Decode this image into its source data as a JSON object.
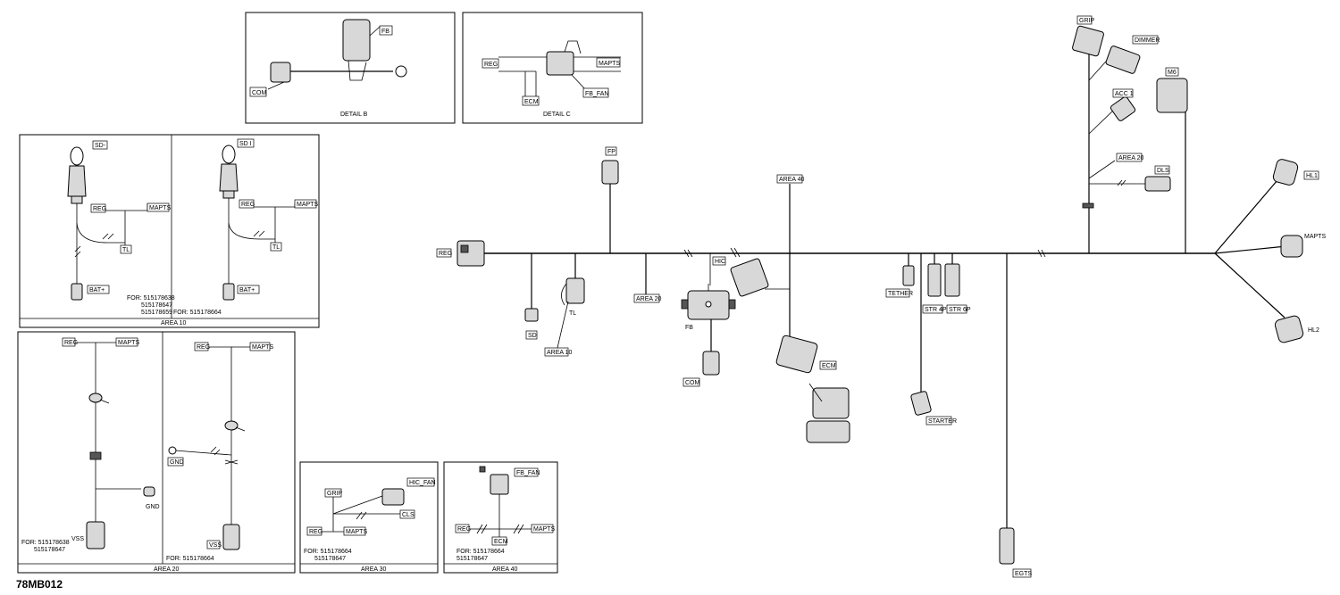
{
  "drawing_code": "78MB012",
  "panels": {
    "detail_b": {
      "caption": "DETAIL B",
      "labels": [
        "FB",
        "COM"
      ]
    },
    "detail_c": {
      "caption": "DETAIL C",
      "labels": [
        "REG",
        "MAPTS",
        "FB_FAN",
        "ECM"
      ]
    },
    "area10": {
      "caption": "AREA 10",
      "left": {
        "labels": [
          "SD-",
          "REG",
          "MAPTS",
          "TL",
          "BAT+"
        ],
        "note": [
          "FOR: 515178638",
          "515178647",
          "515178659"
        ]
      },
      "right": {
        "labels": [
          "SD I",
          "REG",
          "MAPTS",
          "TL",
          "BAT+"
        ],
        "note": [
          "FOR: 515178664"
        ]
      }
    },
    "area20": {
      "caption": "AREA 20",
      "left": {
        "labels": [
          "REG",
          "MAPTS",
          "GND",
          "VSS"
        ],
        "note": [
          "FOR: 515178638",
          "515178647"
        ]
      },
      "right": {
        "labels": [
          "REG",
          "MAPTS",
          "GND",
          "VSS"
        ],
        "note": [
          "FOR: 515178664"
        ]
      }
    },
    "area30": {
      "caption": "AREA 30",
      "labels": [
        "HIC_FAN",
        "GRIP",
        "CLS",
        "REG",
        "MAPTS"
      ],
      "note": [
        "FOR: 515178664",
        "515178647"
      ]
    },
    "area40": {
      "caption": "AREA 40",
      "labels": [
        "FB_FAN",
        "REG",
        "MAPTS",
        "ECM"
      ],
      "note": [
        "FOR: 515178664",
        "515178647"
      ]
    }
  },
  "main": {
    "labels": [
      "REG",
      "FP",
      "AREA 40",
      "HIC",
      "SD",
      "TL",
      "AREA 10",
      "AREA 20",
      "FB",
      "COM",
      "ECM",
      "TETHER",
      "STR 4P",
      "STR 6P",
      "STARTER",
      "EGTS",
      "GRIP",
      "DIMMER",
      "M6",
      "ACC 1",
      "AREA 20",
      "DLS",
      "HL1",
      "MAPTS",
      "HL2"
    ]
  }
}
